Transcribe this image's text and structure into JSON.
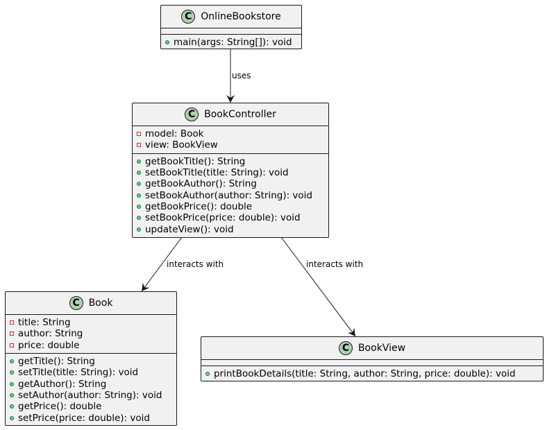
{
  "classes": {
    "online_bookstore": {
      "name": "OnlineBookstore",
      "badge": "C",
      "attributes": [],
      "methods": [
        {
          "visibility": "public",
          "text": "main(args: String[]): void"
        }
      ]
    },
    "book_controller": {
      "name": "BookController",
      "badge": "C",
      "attributes": [
        {
          "visibility": "private",
          "text": "model: Book"
        },
        {
          "visibility": "private",
          "text": "view: BookView"
        }
      ],
      "methods": [
        {
          "visibility": "public",
          "text": "getBookTitle(): String"
        },
        {
          "visibility": "public",
          "text": "setBookTitle(title: String): void"
        },
        {
          "visibility": "public",
          "text": "getBookAuthor(): String"
        },
        {
          "visibility": "public",
          "text": "setBookAuthor(author: String): void"
        },
        {
          "visibility": "public",
          "text": "getBookPrice(): double"
        },
        {
          "visibility": "public",
          "text": "setBookPrice(price: double): void"
        },
        {
          "visibility": "public",
          "text": "updateView(): void"
        }
      ]
    },
    "book": {
      "name": "Book",
      "badge": "C",
      "attributes": [
        {
          "visibility": "private",
          "text": "title: String"
        },
        {
          "visibility": "private",
          "text": "author: String"
        },
        {
          "visibility": "private",
          "text": "price: double"
        }
      ],
      "methods": [
        {
          "visibility": "public",
          "text": "getTitle(): String"
        },
        {
          "visibility": "public",
          "text": "setTitle(title: String): void"
        },
        {
          "visibility": "public",
          "text": "getAuthor(): String"
        },
        {
          "visibility": "public",
          "text": "setAuthor(author: String): void"
        },
        {
          "visibility": "public",
          "text": "getPrice(): double"
        },
        {
          "visibility": "public",
          "text": "setPrice(price: double): void"
        }
      ]
    },
    "book_view": {
      "name": "BookView",
      "badge": "C",
      "attributes": [],
      "methods": [
        {
          "visibility": "public",
          "text": "printBookDetails(title: String, author: String, price: double): void"
        }
      ]
    }
  },
  "edges": [
    {
      "from": "OnlineBookstore",
      "to": "BookController",
      "label": "uses"
    },
    {
      "from": "BookController",
      "to": "Book",
      "label": "interacts with"
    },
    {
      "from": "BookController",
      "to": "BookView",
      "label": "interacts with"
    }
  ],
  "colors": {
    "class_fill": "#f1f1f1",
    "border": "#181818",
    "badge_fill": "#add1b2",
    "public_fill": "#84be84",
    "public_stroke": "#038048",
    "private_stroke": "#c82930"
  }
}
